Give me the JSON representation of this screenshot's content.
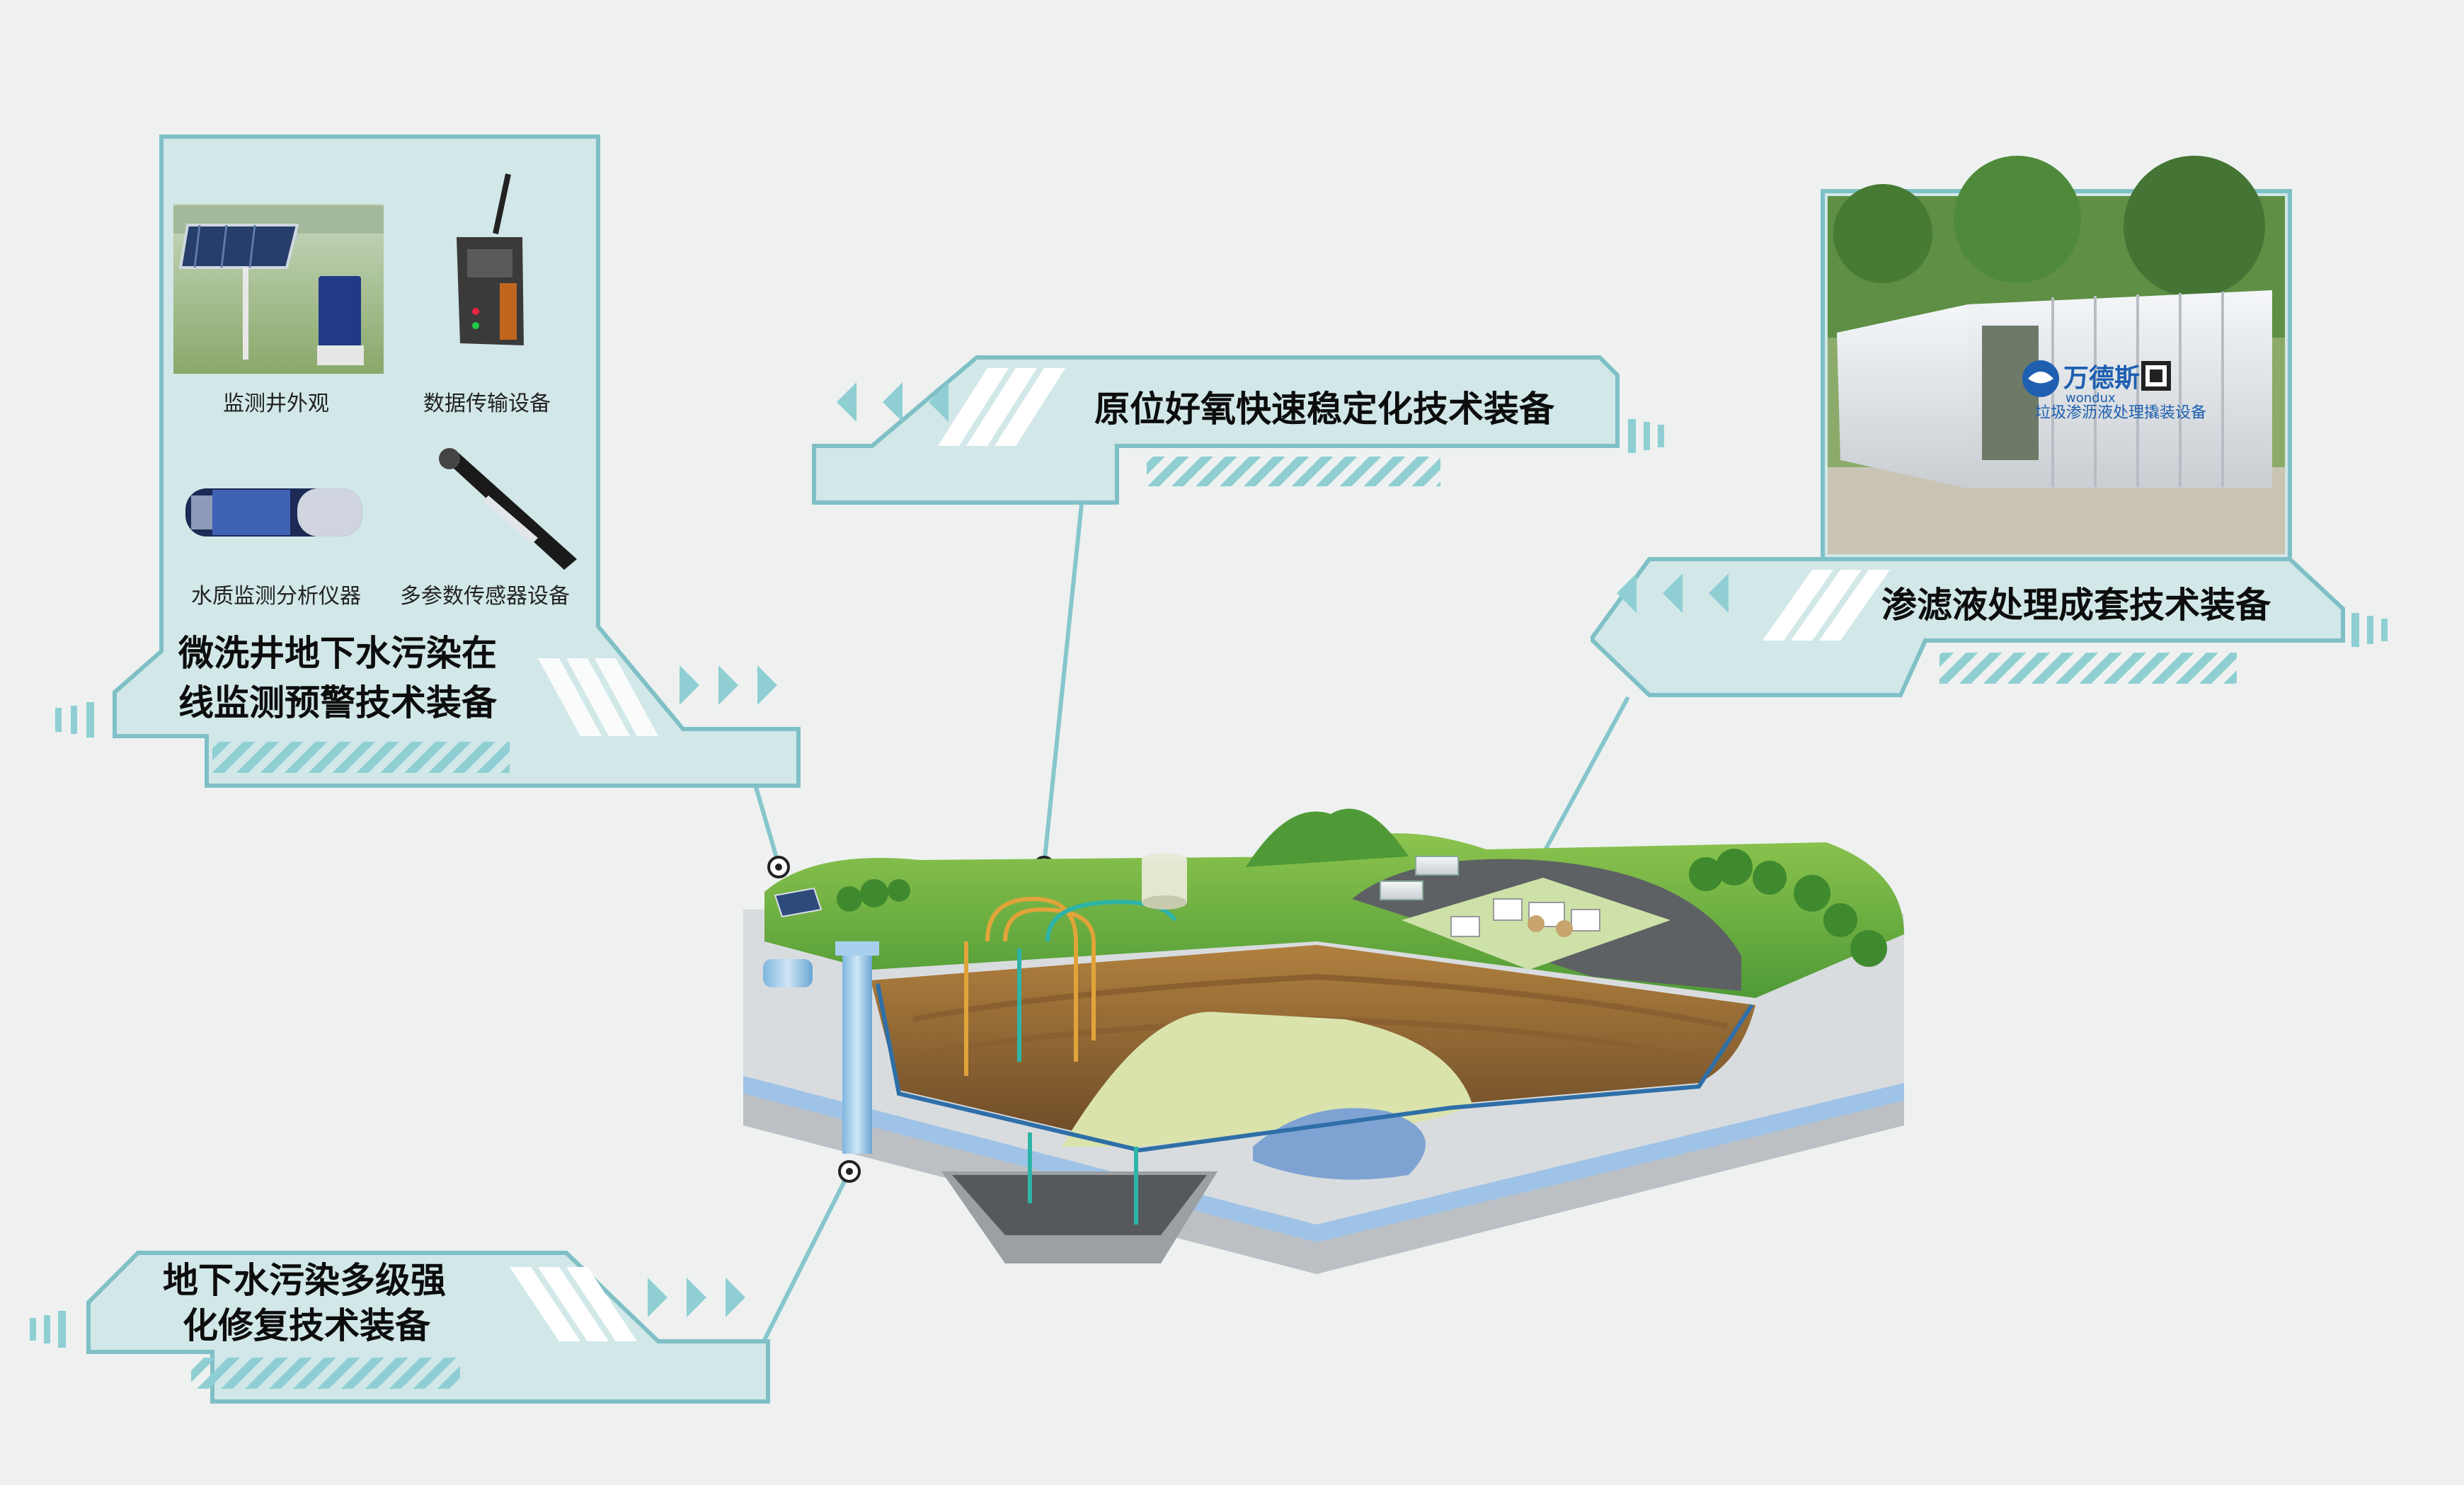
{
  "panels": {
    "monitoring": {
      "title_line1": "微洗井地下水污染在",
      "title_line2": "线监测预警技术装备",
      "items": [
        {
          "caption": "监测井外观",
          "icon": "solar-monitoring-well-icon"
        },
        {
          "caption": "数据传输设备",
          "icon": "data-transmitter-icon"
        },
        {
          "caption": "水质监测分析仪器",
          "icon": "water-analyzer-icon"
        },
        {
          "caption": "多参数传感器设备",
          "icon": "sensor-probe-icon"
        }
      ]
    },
    "aerobic": {
      "title": "原位好氧快速稳定化技术装备"
    },
    "leachate": {
      "title": "渗滤液处理成套技术装备",
      "photo": {
        "brand": "万德斯",
        "brand_en": "wondux",
        "container_text": "垃圾渗沥液处理撬装设备"
      }
    },
    "remediation": {
      "title_line1": "地下水污染多级强",
      "title_line2": "化修复技术装备"
    }
  },
  "colors": {
    "panel_fill": "#d2e7e8",
    "panel_stroke": "#7fc0c6",
    "accent": "#8fcfd3",
    "connector": "#86c6cc",
    "background": "#eef1f0"
  }
}
